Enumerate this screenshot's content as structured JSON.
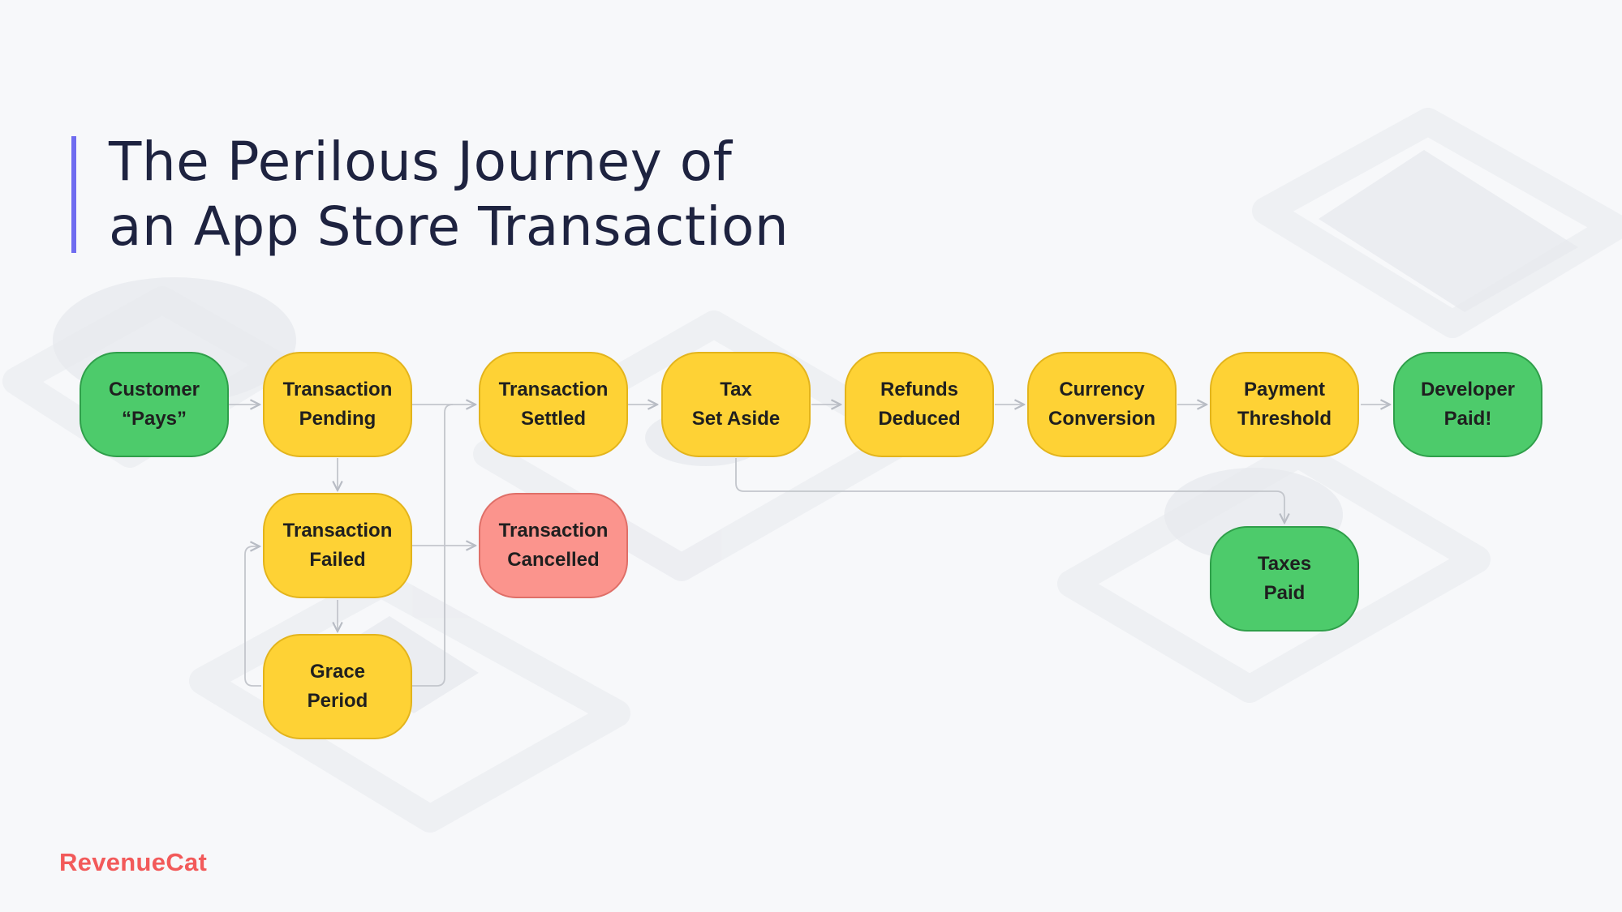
{
  "title": {
    "line1": "The Perilous Journey of",
    "line2": "an App Store Transaction"
  },
  "accent_color": "#6f6cf0",
  "colors": {
    "yellow": "#fed235",
    "green": "#4dcb6b",
    "red": "#fb948d",
    "logo": "#f25a5a"
  },
  "nodes": {
    "customer_pays": [
      "Customer",
      "“Pays”"
    ],
    "transaction_pending": [
      "Transaction",
      "Pending"
    ],
    "transaction_settled": [
      "Transaction",
      "Settled"
    ],
    "tax_set_aside": [
      "Tax",
      "Set Aside"
    ],
    "refunds_deducted": [
      "Refunds",
      "Deduced"
    ],
    "currency_conversion": [
      "Currency",
      "Conversion"
    ],
    "payment_threshold": [
      "Payment",
      "Threshold"
    ],
    "developer_paid": [
      "Developer",
      "Paid!"
    ],
    "transaction_failed": [
      "Transaction",
      "Failed"
    ],
    "transaction_cancelled": [
      "Transaction",
      "Cancelled"
    ],
    "grace_period": [
      "Grace",
      "Period"
    ],
    "taxes_paid": [
      "Taxes",
      "Paid"
    ]
  },
  "logo": {
    "text": "RevenueCat"
  }
}
